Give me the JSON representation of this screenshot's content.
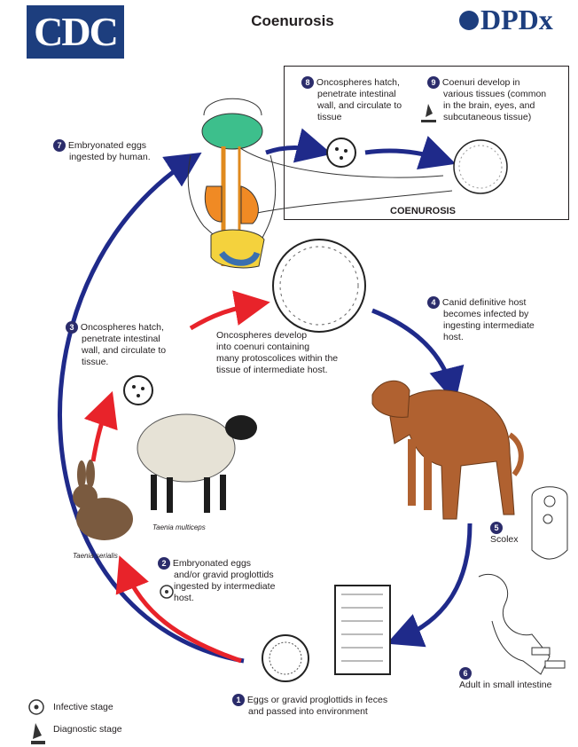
{
  "header": {
    "cdc_logo": "CDC",
    "title": "Coenurosis",
    "dpdx_logo": "DPDx"
  },
  "box_label": "COENUROSIS",
  "steps": {
    "s1": {
      "num": "1",
      "text_a": "Eggs or gravid proglottids in feces",
      "text_b": "and passed into environment"
    },
    "s2": {
      "num": "2",
      "text_a": "Embryonated eggs",
      "text_b": "and/or gravid proglottids",
      "text_c": "ingested by intermediate",
      "text_d": "host."
    },
    "s3": {
      "num": "3",
      "text_a": "Oncospheres hatch,",
      "text_b": "penetrate intestinal",
      "text_c": "wall, and circulate to",
      "text_d": "tissue."
    },
    "s4": {
      "num": "4",
      "text_a": "Canid definitive host",
      "text_b": "becomes infected by",
      "text_c": "ingesting intermediate",
      "text_d": "host."
    },
    "s5": {
      "num": "5",
      "text_a": "Scolex"
    },
    "s6": {
      "num": "6",
      "text_a": "Adult in small intestine"
    },
    "s7": {
      "num": "7",
      "text_a": "Embryonated eggs",
      "text_b": "ingested by human."
    },
    "s8": {
      "num": "8",
      "text_a": "Oncospheres hatch,",
      "text_b": "penetrate intestinal",
      "text_c": "wall, and circulate to",
      "text_d": "tissue"
    },
    "s9": {
      "num": "9",
      "text_a": "Coenuri develop in",
      "text_b": "various tissues (common",
      "text_c": "in the brain, eyes, and",
      "text_d": "subcutaneous tissue)"
    }
  },
  "coenuri_text": {
    "a": "Oncospheres develop",
    "b": "into coenuri containing",
    "c": "many protoscolices within the",
    "d": "tissue of intermediate host."
  },
  "animal_labels": {
    "sheep": "Taenia multiceps",
    "rabbit": "Taenia serialis"
  },
  "legend": {
    "infective": "Infective stage",
    "diagnostic": "Diagnostic stage"
  },
  "colors": {
    "blue_arrow": "#1f2a8a",
    "red_arrow": "#e8232a",
    "number_badge": "#2b2c6b",
    "cdc_blue": "#1d3e7e"
  }
}
